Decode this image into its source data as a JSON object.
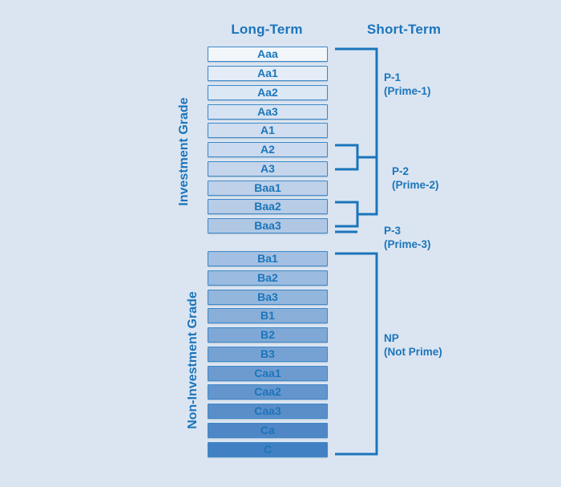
{
  "background_color": "#dbe5f1",
  "accent_color": "#1b75bb",
  "border_color": "#3e88c7",
  "headers": {
    "long_term": "Long-Term",
    "short_term": "Short-Term"
  },
  "side_labels": {
    "investment_grade": "Investment Grade",
    "non_investment_grade": "Non-Investment Grade"
  },
  "investment_grade": {
    "ratings": [
      {
        "label": "Aaa",
        "fill": "#f2f6fb"
      },
      {
        "label": "Aa1",
        "fill": "#e3ecf7"
      },
      {
        "label": "Aa2",
        "fill": "#dde8f5"
      },
      {
        "label": "Aa3",
        "fill": "#d7e3f2"
      },
      {
        "label": "A1",
        "fill": "#d0def0"
      },
      {
        "label": "A2",
        "fill": "#cbdaee"
      },
      {
        "label": "A3",
        "fill": "#c5d6ec"
      },
      {
        "label": "Baa1",
        "fill": "#bed1e9"
      },
      {
        "label": "Baa2",
        "fill": "#b7cce7"
      },
      {
        "label": "Baa3",
        "fill": "#b0c7e4"
      }
    ]
  },
  "non_investment_grade": {
    "ratings": [
      {
        "label": "Ba1",
        "fill": "#a3c0e2"
      },
      {
        "label": "Ba2",
        "fill": "#9bbbe0"
      },
      {
        "label": "Ba3",
        "fill": "#93b6dd"
      },
      {
        "label": "B1",
        "fill": "#89afd9"
      },
      {
        "label": "B2",
        "fill": "#7fa8d6"
      },
      {
        "label": "B3",
        "fill": "#76a2d3"
      },
      {
        "label": "Caa1",
        "fill": "#6d9bd0"
      },
      {
        "label": "Caa2",
        "fill": "#6495cd"
      },
      {
        "label": "Caa3",
        "fill": "#5a8ec9"
      },
      {
        "label": "Ca",
        "fill": "#4f87c6"
      },
      {
        "label": "C",
        "fill": "#4180c2"
      }
    ]
  },
  "short_term_labels": [
    {
      "code": "P-1",
      "name": "(Prime-1)"
    },
    {
      "code": "P-2",
      "name": "(Prime-2)"
    },
    {
      "code": "P-3",
      "name": "(Prime-3)"
    },
    {
      "code": "NP",
      "name": "(Not Prime)"
    }
  ]
}
